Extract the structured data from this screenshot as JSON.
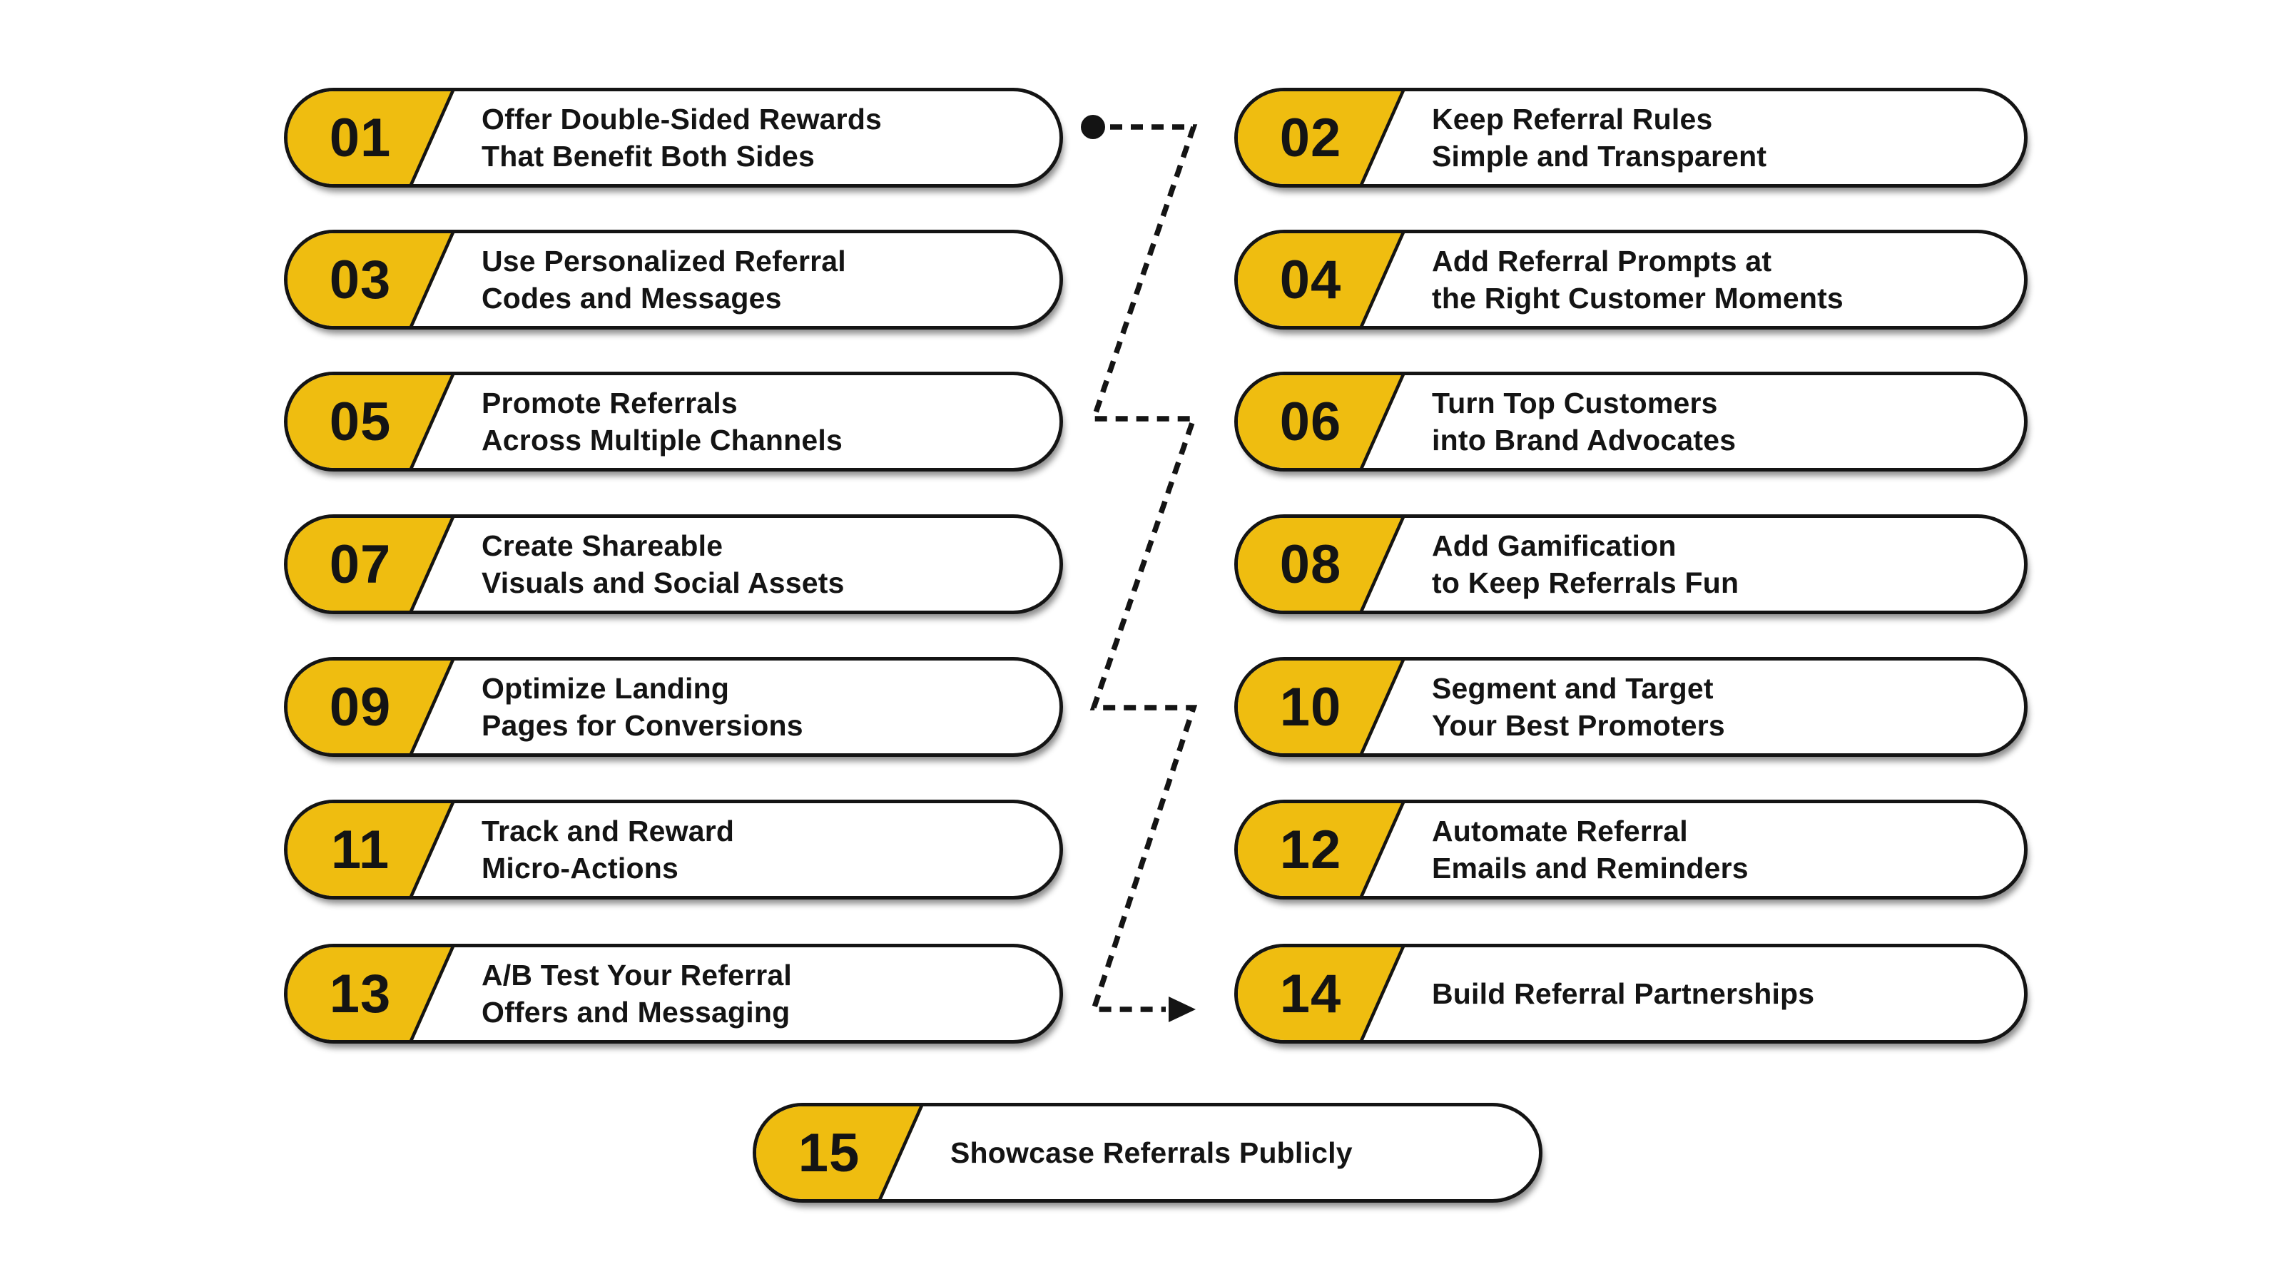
{
  "palette": {
    "accent_yellow": "#EFBD10",
    "ink": "#141414",
    "background": "#FFFFFF"
  },
  "diagram": {
    "type": "numbered-step-infographic",
    "connector_style": "dashed zigzag line with start dot and end arrowhead",
    "items": [
      {
        "number": "01",
        "lines": [
          "Offer Double-Sided Rewards",
          "That Benefit Both Sides"
        ]
      },
      {
        "number": "02",
        "lines": [
          "Keep Referral Rules",
          "Simple and Transparent"
        ]
      },
      {
        "number": "03",
        "lines": [
          "Use Personalized Referral",
          "Codes and Messages"
        ]
      },
      {
        "number": "04",
        "lines": [
          "Add Referral Prompts at",
          "the Right Customer Moments"
        ]
      },
      {
        "number": "05",
        "lines": [
          "Promote Referrals",
          "Across Multiple Channels"
        ]
      },
      {
        "number": "06",
        "lines": [
          "Turn Top Customers",
          "into Brand Advocates"
        ]
      },
      {
        "number": "07",
        "lines": [
          "Create Shareable",
          "Visuals and Social Assets"
        ]
      },
      {
        "number": "08",
        "lines": [
          "Add Gamification",
          "to Keep Referrals Fun"
        ]
      },
      {
        "number": "09",
        "lines": [
          "Optimize Landing",
          "Pages for Conversions"
        ]
      },
      {
        "number": "10",
        "lines": [
          "Segment and Target",
          "Your Best Promoters"
        ]
      },
      {
        "number": "11",
        "lines": [
          "Track and Reward",
          "Micro-Actions"
        ]
      },
      {
        "number": "12",
        "lines": [
          "Automate Referral",
          "Emails and Reminders"
        ]
      },
      {
        "number": "13",
        "lines": [
          "A/B Test Your Referral",
          "Offers and Messaging"
        ]
      },
      {
        "number": "14",
        "lines": [
          "Build Referral Partnerships"
        ]
      },
      {
        "number": "15",
        "lines": [
          "Showcase Referrals Publicly"
        ]
      }
    ]
  }
}
